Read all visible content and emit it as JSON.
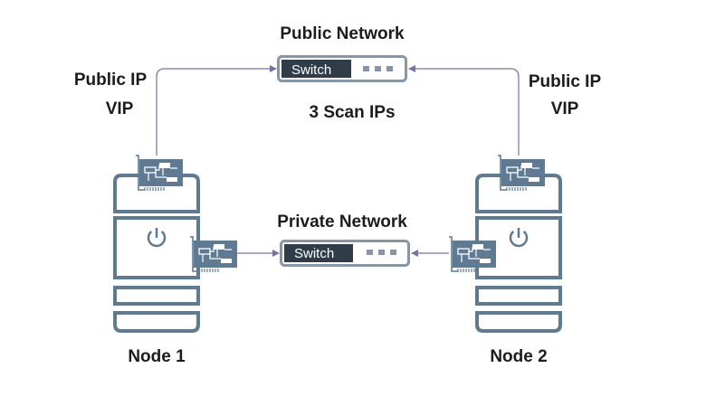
{
  "labels": {
    "public_network": "Public Network",
    "private_network": "Private Network",
    "scan_ips": "3 Scan IPs",
    "left_public_ip": "Public IP",
    "left_vip": "VIP",
    "right_public_ip": "Public IP",
    "right_vip": "VIP",
    "node1": "Node 1",
    "node2": "Node 2"
  },
  "switches": {
    "public": {
      "label": "Switch"
    },
    "private": {
      "label": "Switch"
    }
  },
  "colors": {
    "server": "#5f7a93",
    "switch_body": "#2f3d48",
    "arrow": "#7d6ea6",
    "text": "#1c1c1c"
  },
  "icons": {
    "power": "power-icon",
    "nic": "network-card-icon",
    "arrow": "arrow-icon"
  }
}
